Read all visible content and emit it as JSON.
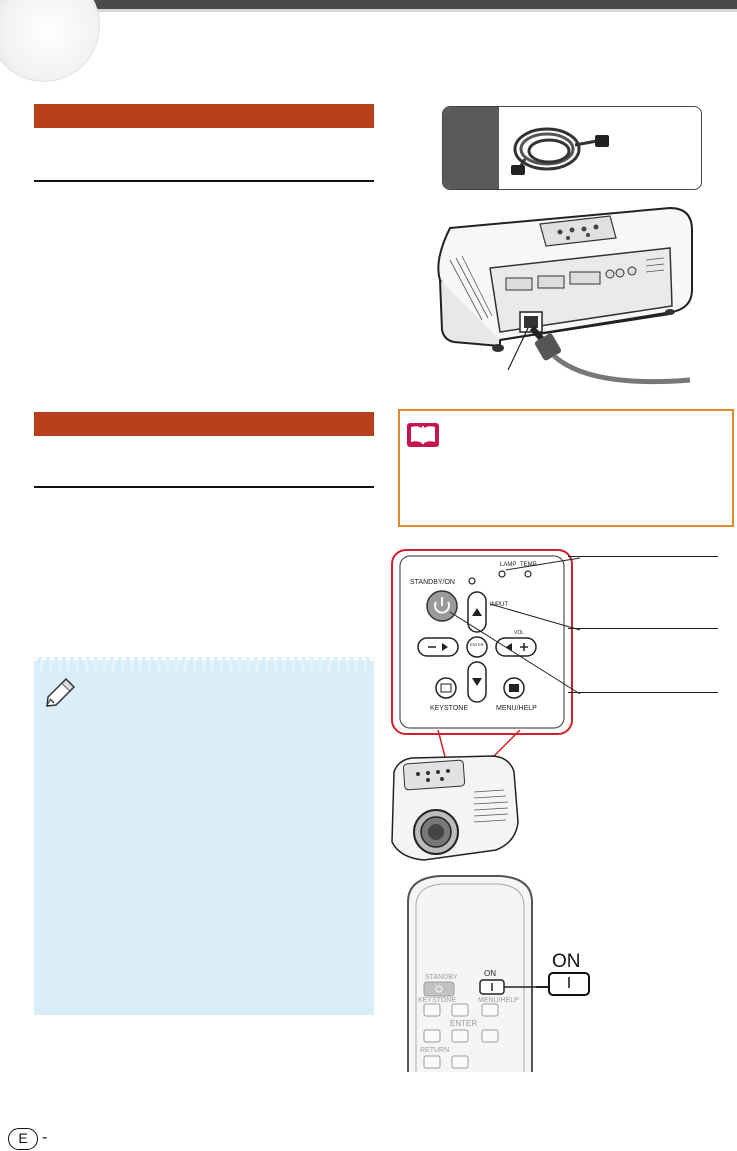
{
  "illustrations": {
    "control_panel": {
      "lamp": "LAMP",
      "temp": "TEMP.",
      "standby_on": "STANDBY/ON",
      "input": "INPUT",
      "vol": "VOL",
      "enter": "ENTER",
      "keystone": "KEYSTONE",
      "menu_help": "MENU/HELP"
    },
    "remote": {
      "standby": "STANDBY",
      "on": "ON",
      "keystone": "KEYSTONE",
      "menu_help": "MENU/HELP",
      "enter": "ENTER",
      "return": "RETURN"
    },
    "on_callout": {
      "label": "ON",
      "glyph": "I"
    }
  },
  "footer": {
    "page_marker": "E",
    "page_dash": "-"
  },
  "colors": {
    "section_bar": "#b9401a",
    "caution_border": "#e08a2a",
    "note_background": "#d9eef8",
    "callout_red": "#d2202a"
  }
}
